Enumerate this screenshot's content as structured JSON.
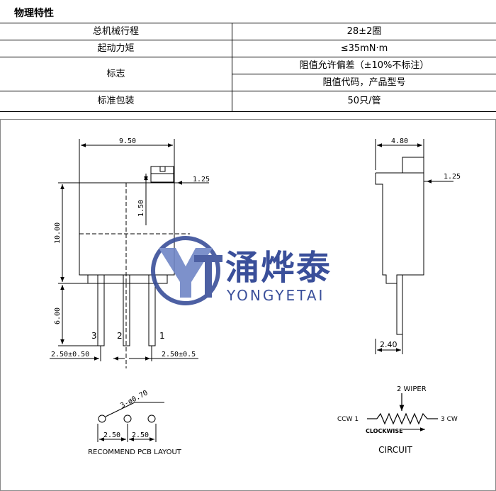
{
  "section_title": "物理特性",
  "specs": {
    "rows": [
      {
        "label": "总机械行程",
        "value": "28±2圈"
      },
      {
        "label": "起动力矩",
        "value": "≤35mN·m"
      },
      {
        "label": "标志",
        "values": [
          "阻值允许偏差（±10%不标注）",
          "阻值代码，产品型号"
        ]
      },
      {
        "label": "标准包装",
        "value": "50只/管"
      }
    ]
  },
  "front_view": {
    "width_dim": "9.50",
    "knob_dim": "1.25",
    "knob_height_dim": "1.50",
    "body_height_dim": "10.00",
    "pin_length_dim": "6.00",
    "pin_labels": [
      "3",
      "2",
      "1"
    ],
    "pitch_left": "2.50±0.50",
    "pitch_right": "2.50±0.5"
  },
  "side_view": {
    "width_dim": "4.80",
    "knob_dim": "1.25",
    "base_dim": "2.40"
  },
  "pcb_layout": {
    "hole_dim": "3-ø0.70",
    "pitch_a": "2.50",
    "pitch_b": "2.50",
    "caption": "RECOMMEND PCB LAYOUT"
  },
  "circuit": {
    "wiper": "2 WIPER",
    "ccw": "CCW 1",
    "cw": "3 CW",
    "direction": "CLOCKWISE",
    "caption": "CIRCUIT"
  },
  "watermark": {
    "brand_cn": "涌烨泰",
    "brand_en": "YONGYETAI",
    "colors": {
      "blue": "#3a4f9a",
      "light": "#6f86c6"
    }
  }
}
